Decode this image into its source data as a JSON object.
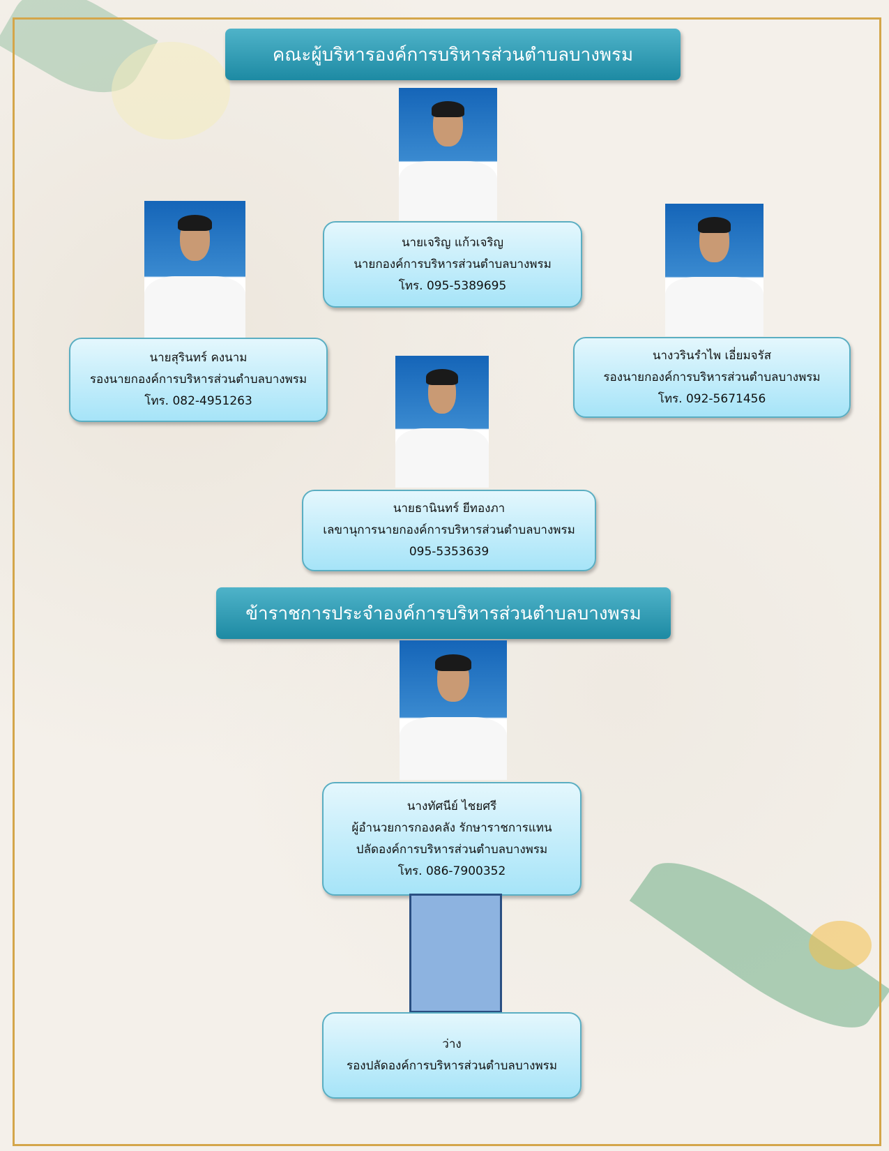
{
  "section_executives": {
    "title": "คณะผู้บริหารองค์การบริหารส่วนตำบลบางพรม"
  },
  "section_officials": {
    "title": "ข้าราชการประจำองค์การบริหารส่วนตำบลบางพรม"
  },
  "people": [
    {
      "name": "นายเจริญ  แก้วเจริญ",
      "position": "นายกองค์การบริหารส่วนตำบลบางพรม",
      "phone": "โทร. 095-5389695"
    },
    {
      "name": "นายสุรินทร์  คงนาม",
      "position": "รองนายกองค์การบริหารส่วนตำบลบางพรม",
      "phone": "โทร. 082-4951263"
    },
    {
      "name": "นางวรินรำไพ  เอี่ยมจรัส",
      "position": "รองนายกองค์การบริหารส่วนตำบลบางพรม",
      "phone": "โทร. 092-5671456"
    },
    {
      "name": "นายธานินทร์  ยีทองภา",
      "position": "เลขานุการนายกองค์การบริหารส่วนตำบลบางพรม",
      "phone": "095-5353639"
    },
    {
      "name": "นางทัศนีย์  ไชยศรี",
      "position": "ผู้อำนวยการกองคลัง รักษาราชการแทน",
      "position2": "ปลัดองค์การบริหารส่วนตำบลบางพรม",
      "phone": "โทร. 086-7900352"
    },
    {
      "name": "ว่าง",
      "position": "รองปลัดองค์การบริหารส่วนตำบลบางพรม"
    }
  ]
}
